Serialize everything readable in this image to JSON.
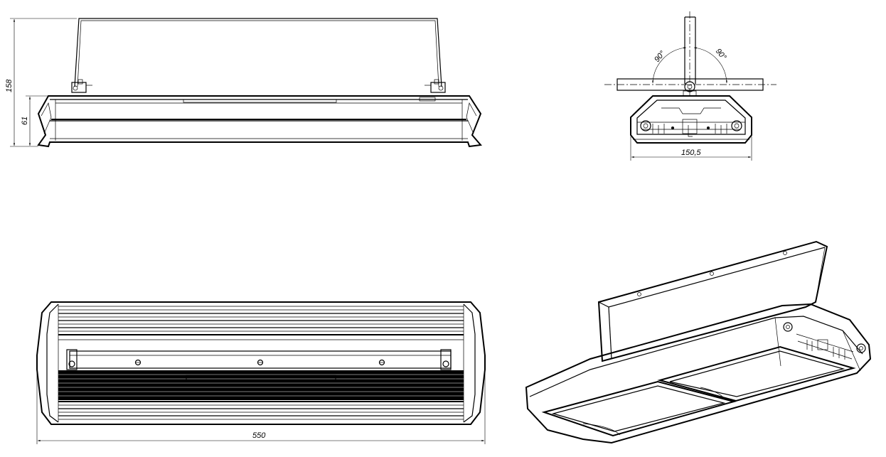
{
  "dimensions": {
    "height_total": "158",
    "height_body": "61",
    "width_end": "150,5",
    "length": "550",
    "angle_left": "90°",
    "angle_right": "90°"
  },
  "colors": {
    "line": "#000000",
    "background": "#ffffff"
  }
}
